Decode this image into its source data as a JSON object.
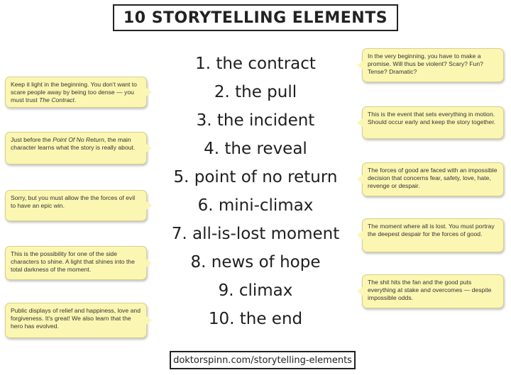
{
  "title": "10 STORYTELLING ELEMENTS",
  "elements": [
    "1. the contract",
    "2. the pull",
    "3. the incident",
    "4. the reveal",
    "5. point of no return",
    "6. mini-climax",
    "7. all-is-lost moment",
    "8. news of hope",
    "9. climax",
    "10. the end"
  ],
  "notes_left": {
    "pull": {
      "before": "Keep it light in the beginning. You don't want to scare people away by being too dense — you must trust ",
      "emph": "The Contract",
      "after": "."
    },
    "reveal": {
      "before": "Just before the ",
      "emph": "Point Of No Return",
      "after": ", the main character learns what the story is really about."
    },
    "mini_climax": "Sorry, but you must allow the the forces of evil to have an epic win.",
    "news_of_hope": "This is the possibility for one of the side characters to shine. A light that shines into the total darkness of the moment.",
    "the_end": "Public displays of relief and happiness, love and forgiveness. It's great! We also learn that the hero has evolved."
  },
  "notes_right": {
    "contract": "In the very beginning, you have to make a promise. Will thus be violent? Scary? Fun? Tense? Dramatic?",
    "incident": "This is the event that sets everything in motion. Should occur early and keep the story together.",
    "point_of_no_return": "The forces of good are faced with an impossible decision that concerns fear, safety, love, hate, revenge or despair.",
    "all_is_lost": "The moment where all is lost. You must portray the deepest despair for the forces of good.",
    "climax": "The shit hits the fan and the good puts everything at stake and overcomes — despite impossible odds."
  },
  "footer": "doktorspinn.com/storytelling-elements",
  "colors": {
    "note_background": "#fbf7b2",
    "text": "#222222"
  }
}
